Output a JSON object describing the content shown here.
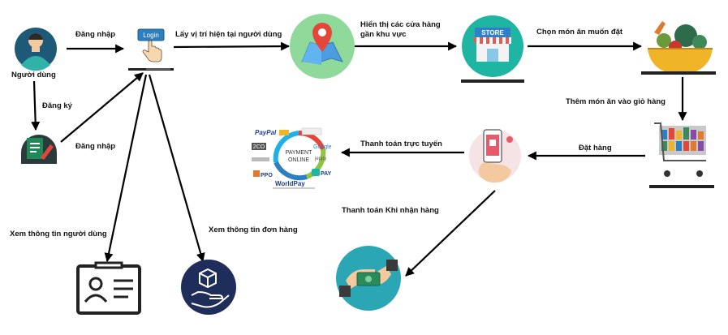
{
  "labels": {
    "user": "Người dùng",
    "login_1": "Đăng nhập",
    "register": "Đăng ký",
    "login_2": "Đăng nhập",
    "get_location": "Lấy vị trí hiện tại người dùng",
    "show_stores": "Hiển thị các cửa hàng gần khu vực",
    "choose_food": "Chọn món ăn muốn đặt",
    "add_to_cart": "Thêm món ăn vào giỏ hàng",
    "place_order": "Đặt hàng",
    "pay_online": "Thanh toán trực tuyến",
    "pay_on_delivery": "Thanh toán Khi nhận hàng",
    "view_user_info": "Xem thông tin người dùng",
    "view_order_info": "Xem thông tin đơn hàng"
  },
  "icons": {
    "login_button_text": "Login",
    "store_sign": "STORE",
    "payment_center_line1": "PAYMENT",
    "payment_center_line2": "ONLINE",
    "brand_paypal": "PayPal",
    "brand_2co": "2CO",
    "brand_google": "Google",
    "brand_worldpay": "WorldPay",
    "brand_onepay": "PAY",
    "brand_jeppy": "jeppy",
    "brand_ppo": "PPO"
  },
  "colors": {
    "arrow": "#000000",
    "user_circle": "#1e5a78",
    "user_skin": "#f4c9a0",
    "login_btn": "#2e7fbf",
    "map_circle": "#8fd99a",
    "store_circle": "#1fb5a3",
    "cash_circle": "#2aa6b5",
    "order_circle": "#1f2d5a",
    "register_green": "#1f8a55"
  }
}
